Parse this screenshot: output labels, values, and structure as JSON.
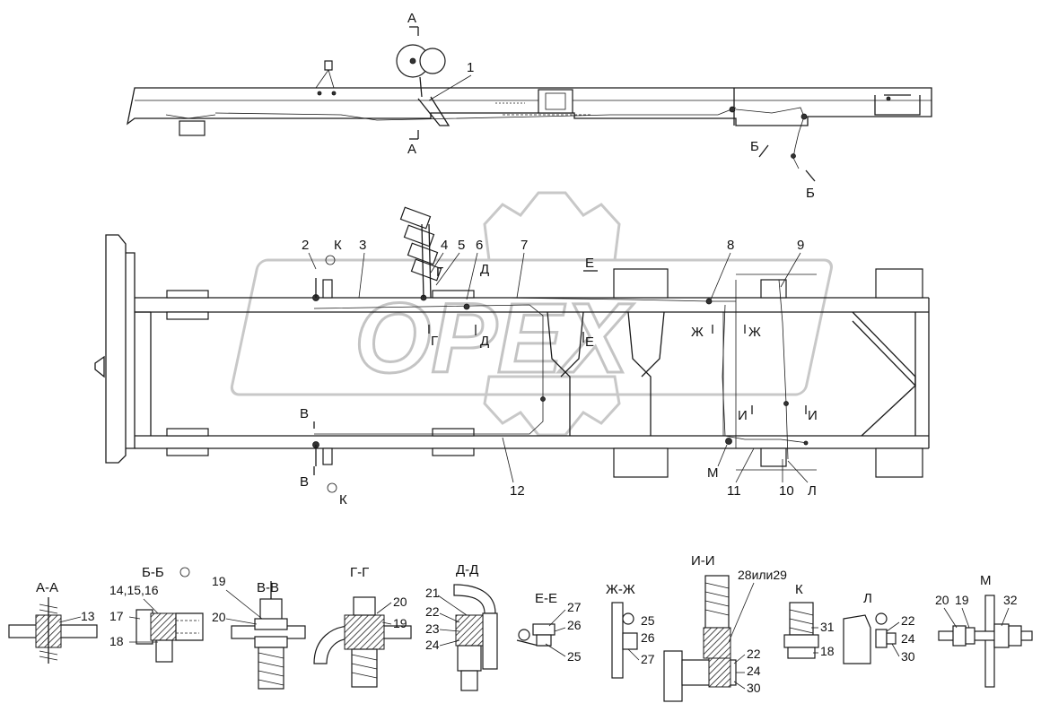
{
  "watermark": {
    "text": "ОРЕХ"
  },
  "callouts": [
    "1",
    "2",
    "3",
    "4",
    "5",
    "6",
    "7",
    "8",
    "9",
    "10",
    "11",
    "12"
  ],
  "section_marks": {
    "a": "А",
    "b": "Б",
    "v": "В",
    "g": "Г",
    "d": "Д",
    "e": "Е",
    "zh": "Ж",
    "i": "И",
    "k": "К",
    "l": "Л",
    "m": "М"
  },
  "details": {
    "aa": {
      "title": "А-А",
      "labels": [
        "13"
      ]
    },
    "bb": {
      "title": "Б-Б",
      "labels": [
        "14,15,16",
        "17",
        "18"
      ]
    },
    "vv": {
      "title": "В-В",
      "labels": [
        "19",
        "20"
      ]
    },
    "gg": {
      "title": "Г-Г",
      "labels": [
        "20",
        "19"
      ]
    },
    "dd": {
      "title": "Д-Д",
      "labels": [
        "21",
        "22",
        "23",
        "24"
      ]
    },
    "ee": {
      "title": "Е-Е",
      "labels": [
        "27",
        "26",
        "25"
      ]
    },
    "zhzh": {
      "title": "Ж-Ж",
      "labels": [
        "25",
        "26",
        "27"
      ]
    },
    "ii": {
      "title": "И-И",
      "labels": [
        "28или29",
        "22",
        "24",
        "30"
      ]
    },
    "k": {
      "title": "К",
      "labels": [
        "31",
        "18"
      ]
    },
    "l": {
      "title": "Л",
      "labels": [
        "22",
        "24",
        "30"
      ]
    },
    "m": {
      "title": "М",
      "labels": [
        "20",
        "19",
        "32"
      ]
    }
  }
}
